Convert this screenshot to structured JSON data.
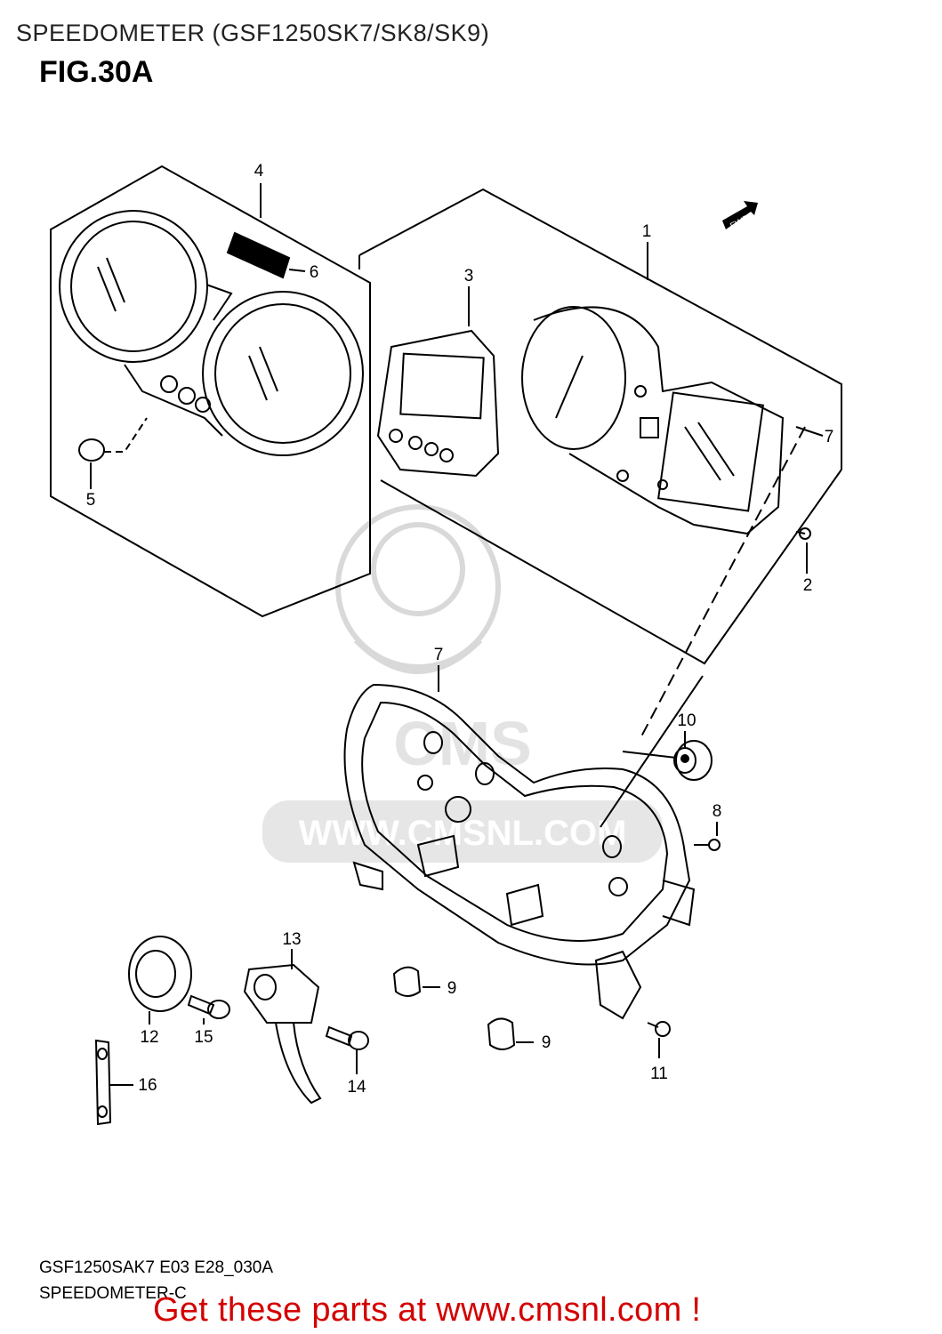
{
  "header": {
    "title": "SPEEDOMETER (GSF1250SK7/SK8/SK9)",
    "figure": "FIG.30A"
  },
  "diagram": {
    "fwd_label": "FWD",
    "watermark": {
      "brand": "CMS",
      "site": "WWW.CMSNL.COM"
    },
    "callouts": [
      "1",
      "2",
      "3",
      "4",
      "5",
      "6",
      "7",
      "7",
      "8",
      "9",
      "9",
      "10",
      "11",
      "12",
      "13",
      "14",
      "15",
      "16"
    ]
  },
  "footer": {
    "code": "GSF1250SAK7 E03 E28_030A",
    "name": "SPEEDOMETER-C",
    "promo": "Get these parts at www.cmsnl.com !"
  },
  "colors": {
    "line": "#000000",
    "watermark": "#d9d9d9",
    "promo": "#d40000"
  }
}
